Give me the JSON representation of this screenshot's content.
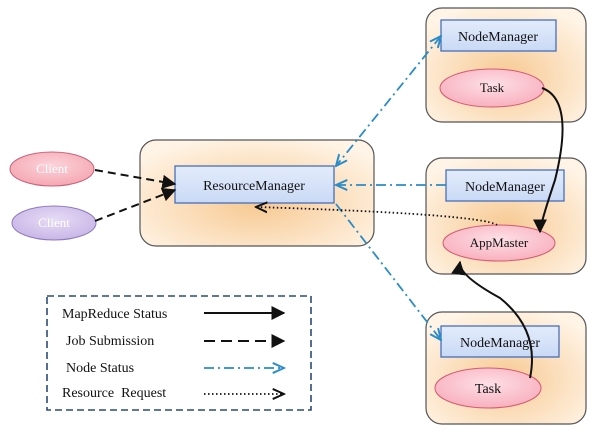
{
  "colors": {
    "container_fill_edge": "#fff4e6",
    "container_fill_center": "#f7c992",
    "container_stroke": "#555555",
    "manager_box_fill": "#c9d9f5",
    "manager_box_stroke": "#3a66b8",
    "task_fill": "#f7a8b8",
    "task_stroke": "#d45a72",
    "client_pink_fill": "#f4a0ac",
    "client_purple_fill": "#c4b0e4",
    "node_status_line": "#2a8cc8",
    "legend_border": "#2b4a7a"
  },
  "resource_manager": {
    "label": "ResourceManager"
  },
  "clients": [
    {
      "label": "Client"
    },
    {
      "label": "Client"
    }
  ],
  "nodes": [
    {
      "manager_label": "NodeManager",
      "task_label": "Task"
    },
    {
      "manager_label": "NodeManager",
      "task_label": "AppMaster"
    },
    {
      "manager_label": "NodeManager",
      "task_label": "Task"
    }
  ],
  "legend": {
    "items": [
      {
        "label": "MapReduce Status",
        "line": "solid-black"
      },
      {
        "label": "Job Submission",
        "line": "dashed-black"
      },
      {
        "label": "Node Status",
        "line": "dashdot-blue"
      },
      {
        "label": "Resource  Request",
        "line": "dotted-black"
      }
    ]
  }
}
